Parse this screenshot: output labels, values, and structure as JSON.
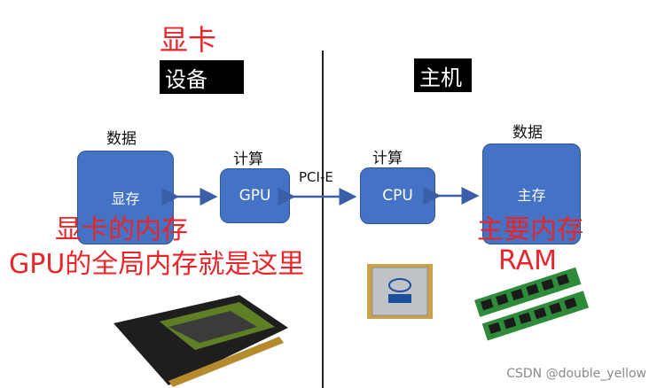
{
  "device": {
    "top_red_label": "显卡",
    "header": "设备",
    "data_label": "数据",
    "memory_box": "显存",
    "compute_label": "计算",
    "gpu_box": "GPU",
    "red_note_line1": "显卡的内存",
    "red_note_line2": "GPU的全局内存就是这里"
  },
  "host": {
    "header": "主机",
    "compute_label": "计算",
    "cpu_box": "CPU",
    "data_label": "数据",
    "memory_box": "主存",
    "red_note_line1": "主要内存",
    "red_note_line2": "RAM"
  },
  "bus_label": "PCI-E",
  "watermark": "CSDN @double_yellow",
  "colors": {
    "box_fill": "#4472c4",
    "note_red": "#e8262a",
    "header_bg": "#000000",
    "arrow": "#3a5fa8"
  }
}
